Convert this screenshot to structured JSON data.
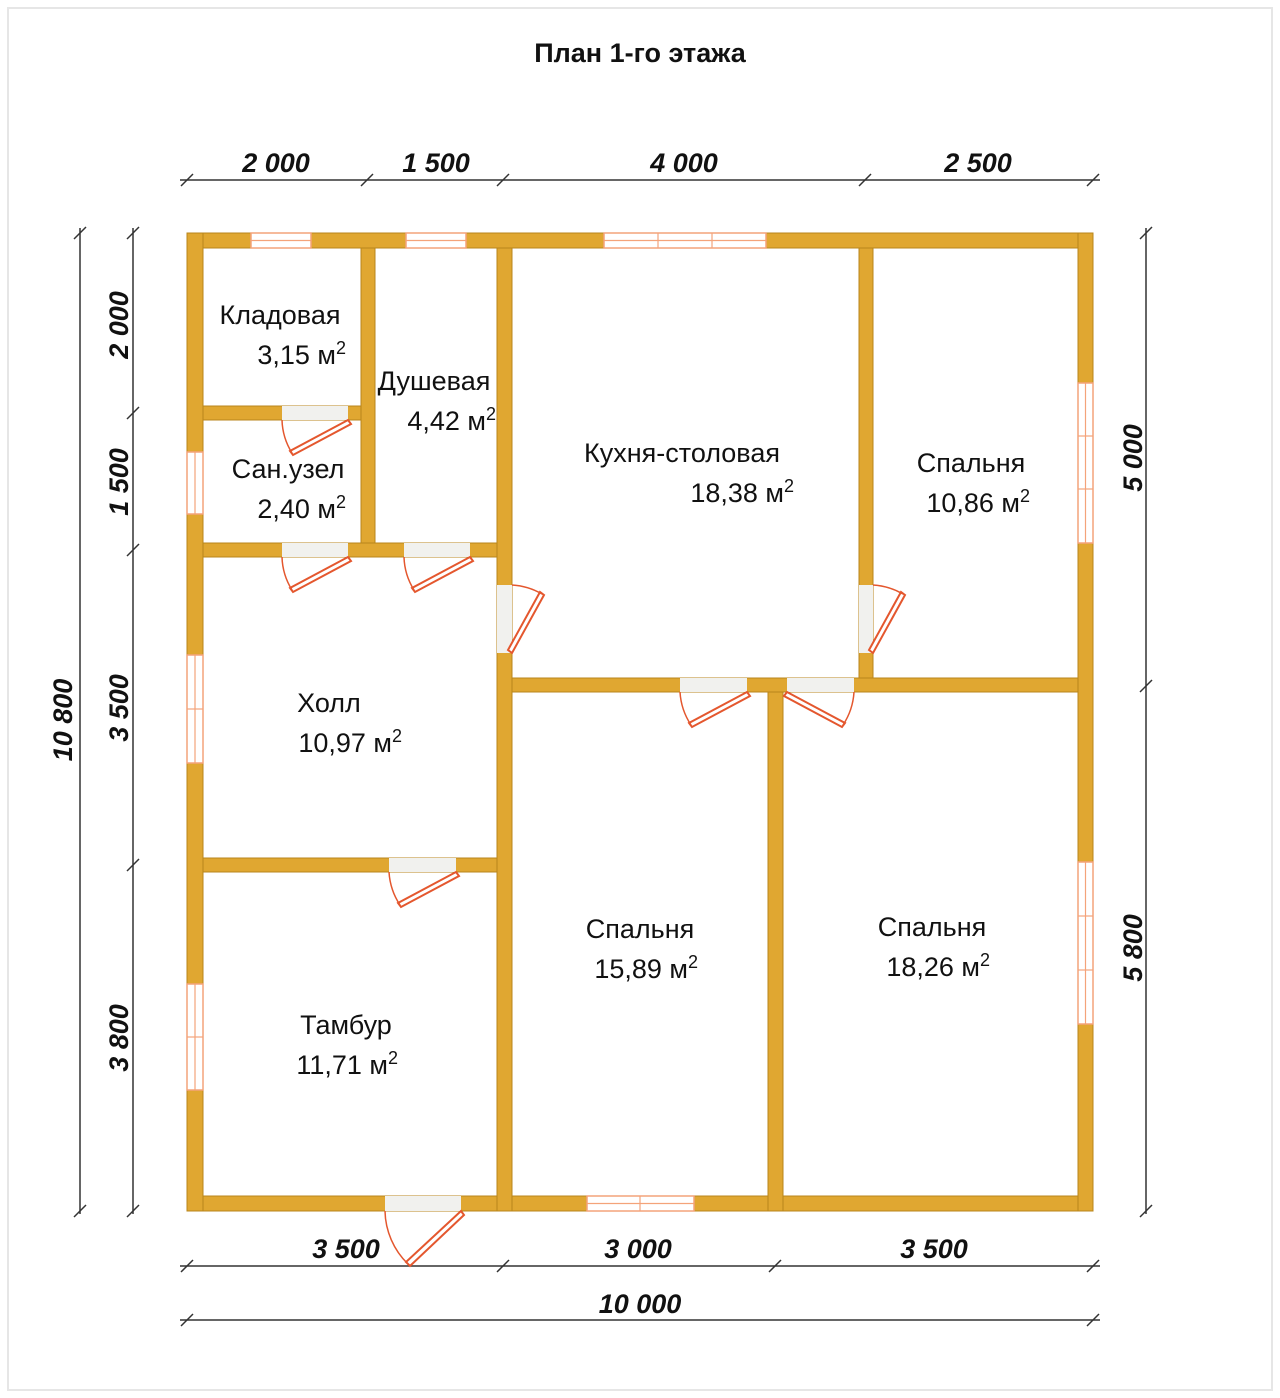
{
  "title": "План 1-го этажа",
  "rooms": [
    {
      "name": "Кладовая",
      "area_value": "3,15 м",
      "area_sup": "2"
    },
    {
      "name": "Душевая",
      "area_value": "4,42 м",
      "area_sup": "2"
    },
    {
      "name": "Сан.узел",
      "area_value": "2,40 м",
      "area_sup": "2"
    },
    {
      "name": "Кухня-столовая",
      "area_value": "18,38 м",
      "area_sup": "2"
    },
    {
      "name": "Спальня",
      "area_value": "10,86 м",
      "area_sup": "2"
    },
    {
      "name": "Холл",
      "area_value": "10,97 м",
      "area_sup": "2"
    },
    {
      "name": "Спальня",
      "area_value": "15,89 м",
      "area_sup": "2"
    },
    {
      "name": "Спальня",
      "area_value": "18,26 м",
      "area_sup": "2"
    },
    {
      "name": "Тамбур",
      "area_value": "11,71 м",
      "area_sup": "2"
    }
  ],
  "dimensions": {
    "top": [
      "2 000",
      "1 500",
      "4 000",
      "2 500"
    ],
    "bottom": [
      "3 500",
      "3 000",
      "3 500"
    ],
    "bottom_total": "10 000",
    "left_total": "10 800",
    "left": [
      "2 000",
      "1 500",
      "3 500",
      "3 800"
    ],
    "right": [
      "5 000",
      "5 800"
    ]
  },
  "colors": {
    "wall": "#e0a731",
    "door": "#e4572e",
    "window": "#f4a37a"
  }
}
